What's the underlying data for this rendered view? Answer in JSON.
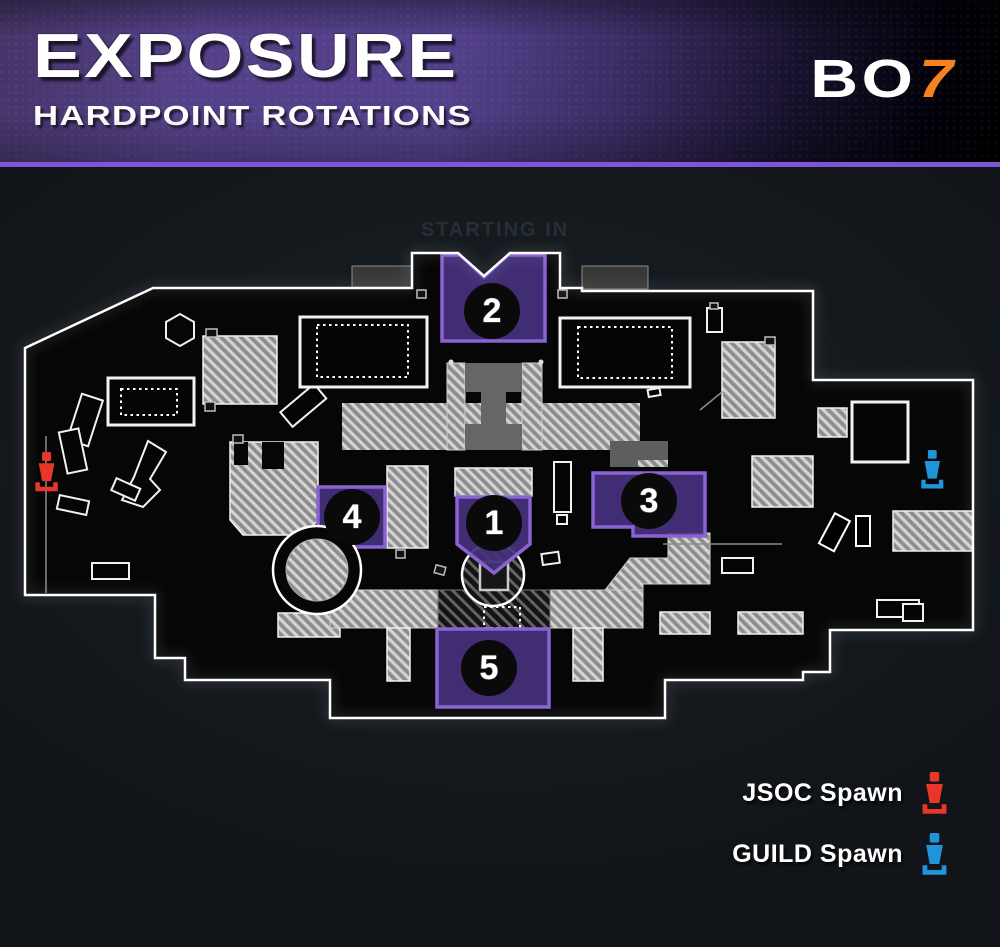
{
  "header": {
    "title": "EXPOSURE",
    "subtitle": "HARDPOINT ROTATIONS",
    "logo": {
      "prefix": "BO",
      "suffix": "7"
    },
    "accent_color": "#7c55d9",
    "logo_suffix_color": "#f5821f"
  },
  "map": {
    "overlay_text": "STARTING IN",
    "hardpoints": [
      {
        "number": "1"
      },
      {
        "number": "2"
      },
      {
        "number": "3"
      },
      {
        "number": "4"
      },
      {
        "number": "5"
      }
    ],
    "spawns": [
      {
        "team": "JSOC",
        "color": "#e8372a",
        "side": "west"
      },
      {
        "team": "GUILD",
        "color": "#2094d8",
        "side": "east"
      }
    ],
    "zone_fill": "#45307c",
    "zone_border": "#8a63d2"
  },
  "legend": {
    "items": [
      {
        "label": "JSOC Spawn",
        "color": "#e8372a"
      },
      {
        "label": "GUILD Spawn",
        "color": "#2094d8"
      }
    ]
  }
}
